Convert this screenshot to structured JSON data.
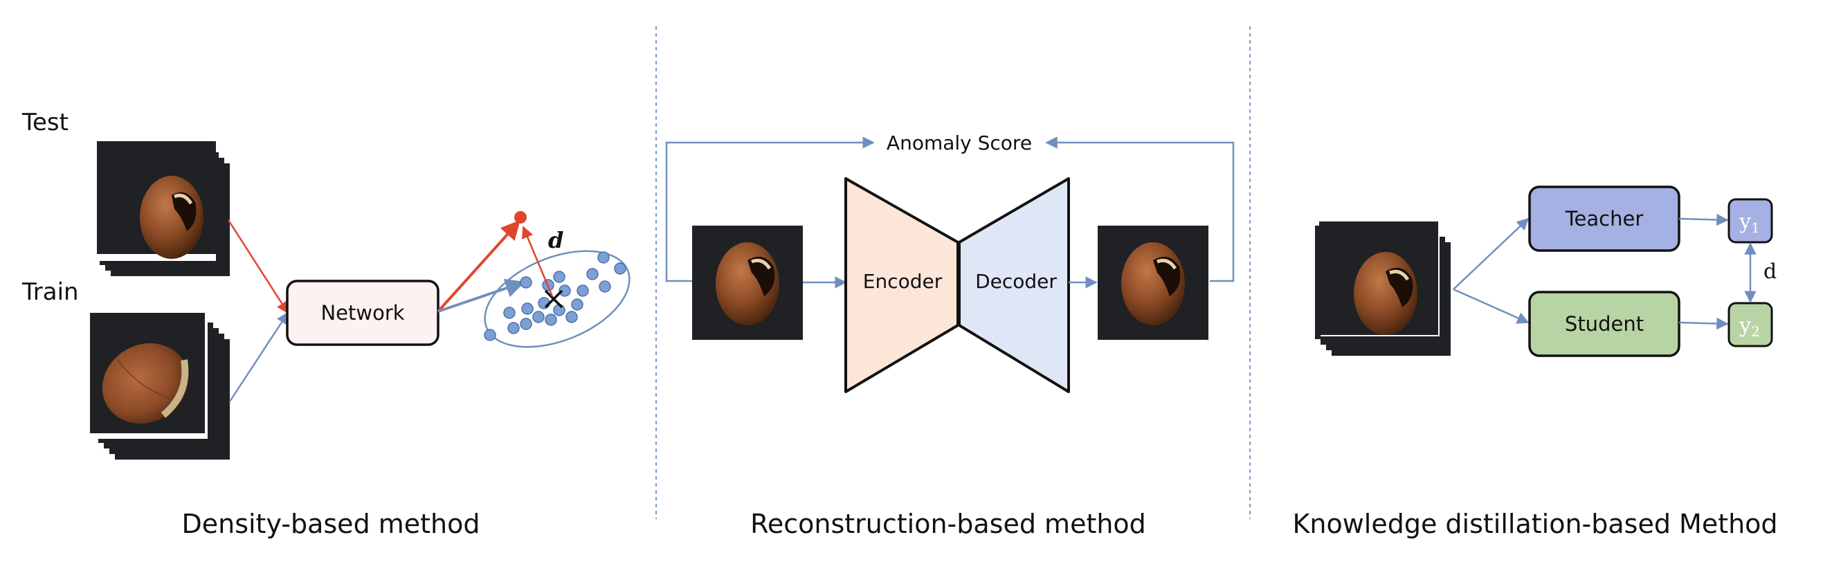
{
  "panels": {
    "density": {
      "caption": "Density-based method",
      "test_label": "Test",
      "train_label": "Train",
      "network_label": "Network",
      "distance_label": "d"
    },
    "reconstruction": {
      "caption": "Reconstruction-based method",
      "score_label": "Anomaly Score",
      "encoder_label": "Encoder",
      "decoder_label": "Decoder"
    },
    "distillation": {
      "caption": "Knowledge distillation-based Method",
      "teacher_label": "Teacher",
      "student_label": "Student",
      "y1_label": "y",
      "y1_sub": "1",
      "y2_label": "y",
      "y2_sub": "2",
      "distance_label": "d"
    }
  },
  "colors": {
    "arrow_blue": "#6f8fbf",
    "arrow_red": "#e0462c",
    "network_fill": "#fdf1f1",
    "encoder_fill": "#fbe6d8",
    "decoder_fill": "#dfe6f5",
    "teacher_fill": "#a5b1e2",
    "student_fill": "#b9d4a4",
    "cluster_point": "#7c9fd6",
    "image_bg": "#1f2124",
    "hazelnut_shell": "#8a4a26"
  }
}
